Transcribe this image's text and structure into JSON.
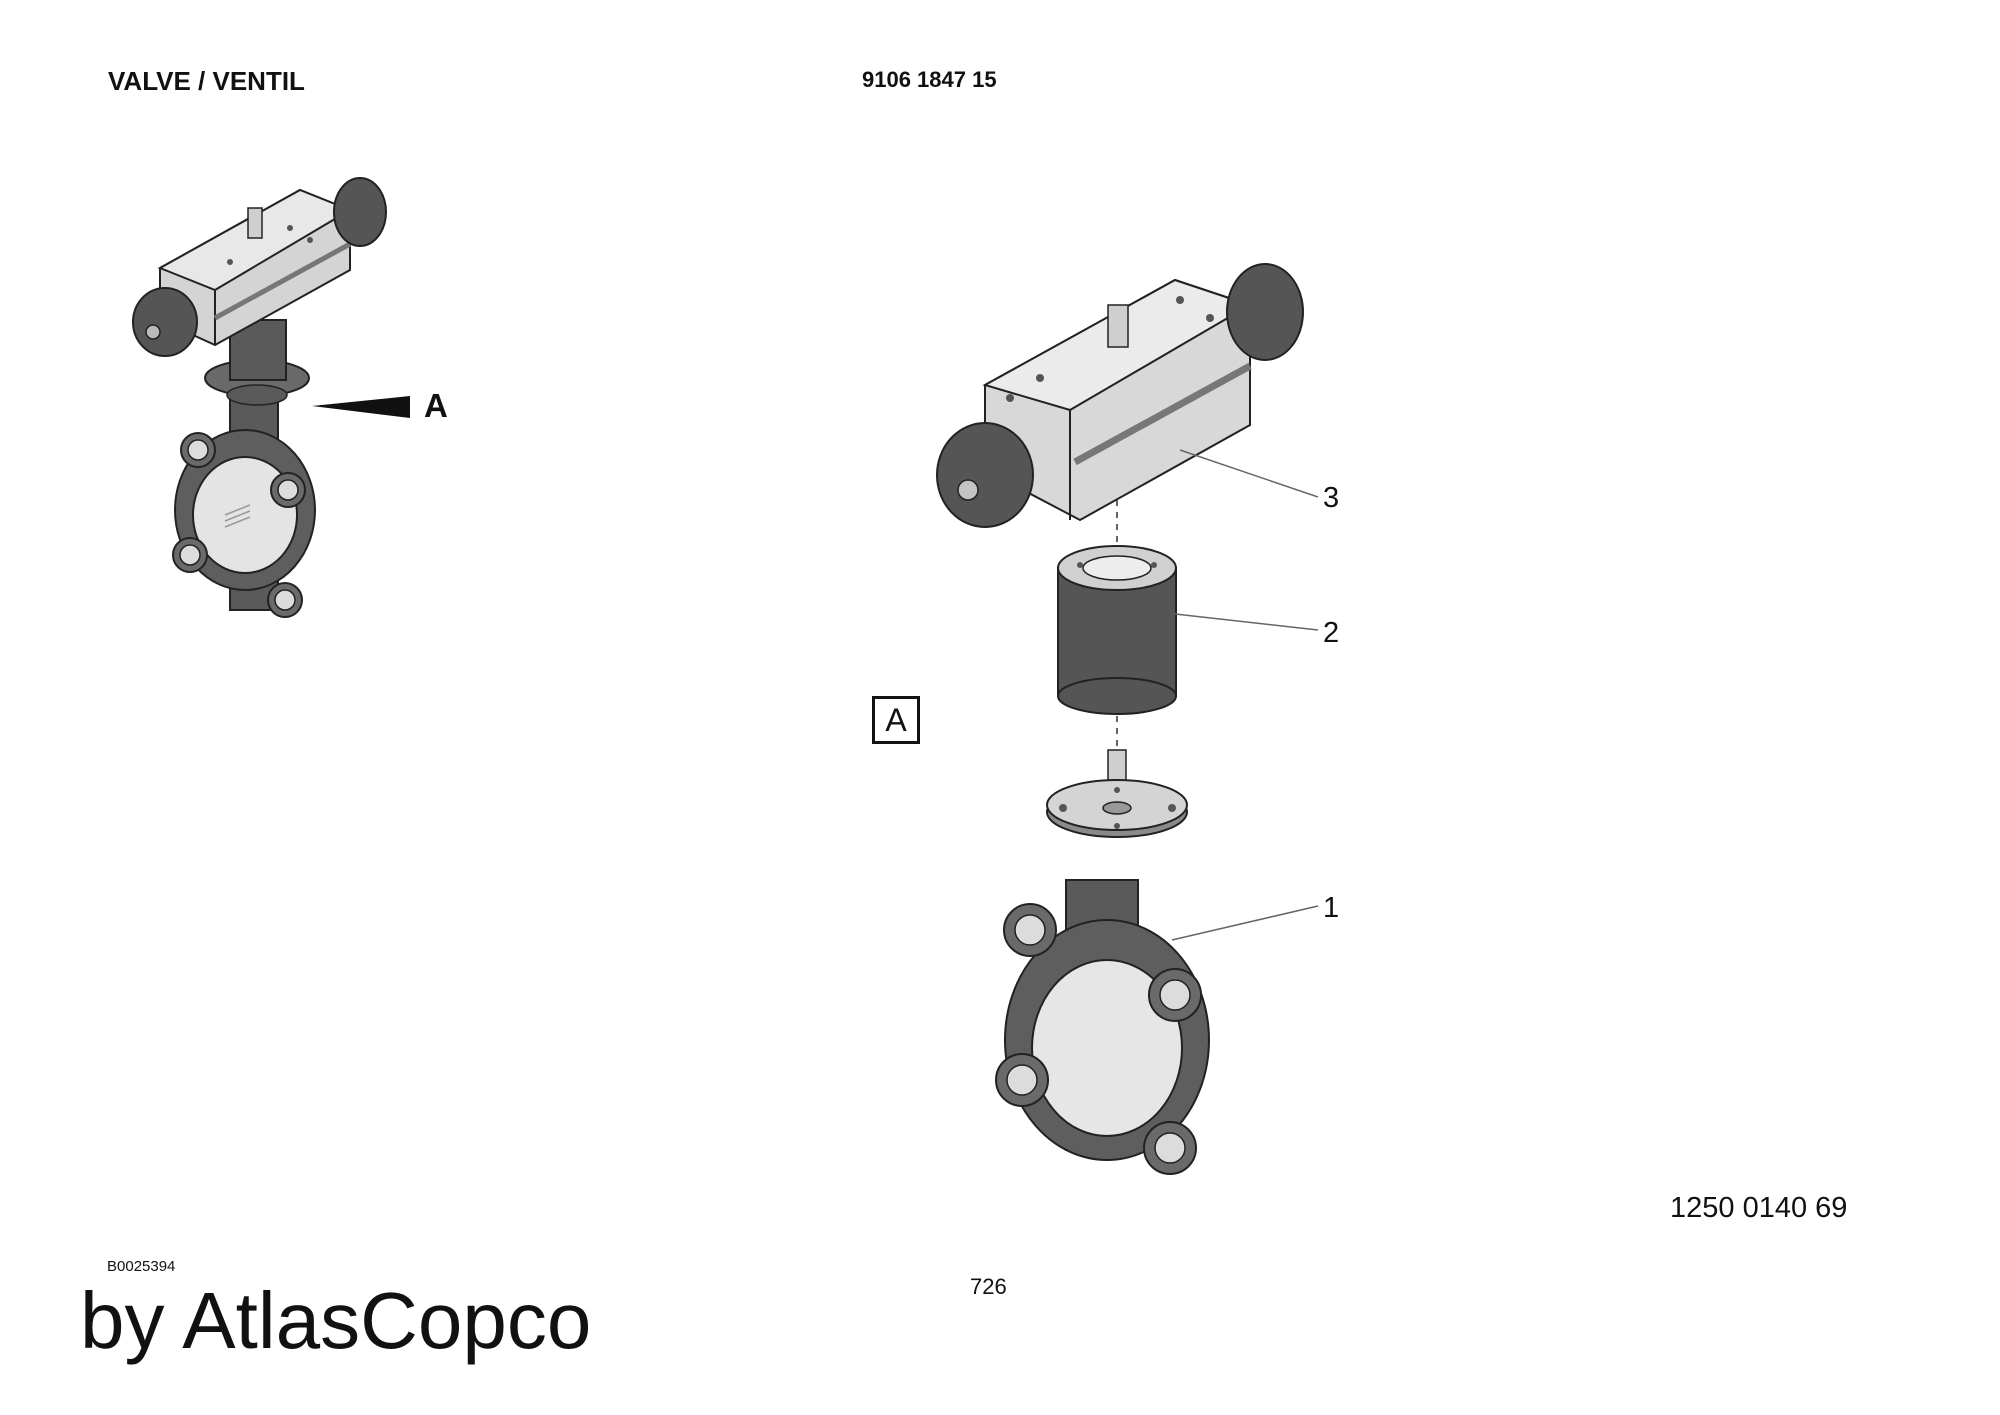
{
  "header": {
    "title": "VALVE / VENTIL",
    "part_number": "9106 1847 15"
  },
  "detail": {
    "reference_letter": "A",
    "box_label": "A"
  },
  "callouts": [
    "3",
    "2",
    "1"
  ],
  "footer": {
    "drawing_number": "1250 0140 69",
    "image_code": "B0025394",
    "page_number": "726",
    "brand": "by AtlasCopco"
  },
  "colors": {
    "dark_metal": "#565656",
    "light_metal": "#d6d6d6",
    "ink": "#111111"
  }
}
